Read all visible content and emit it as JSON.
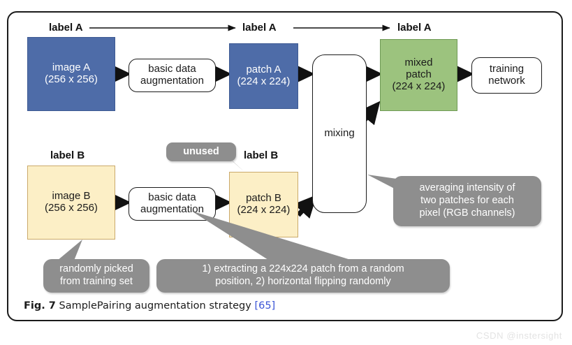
{
  "figure": {
    "caption_prefix": "Fig. 7",
    "caption_text": "SamplePairing augmentation strategy",
    "caption_citation": "[65]"
  },
  "watermark": {
    "text": "CSDN @instersight"
  },
  "labels": {
    "label_a_1": "label A",
    "label_a_2": "label A",
    "label_a_3": "label A",
    "label_b_1": "label B",
    "label_b_2": "label B"
  },
  "nodes": {
    "image_a": {
      "line1": "image A",
      "line2": "(256 x 256)"
    },
    "image_b": {
      "line1": "image B",
      "line2": "(256 x 256)"
    },
    "patch_a": {
      "line1": "patch A",
      "line2": "(224 x 224)"
    },
    "patch_b": {
      "line1": "patch B",
      "line2": "(224 x 224)"
    },
    "mixed_patch": {
      "line1": "mixed",
      "line2": "patch",
      "line3": "(224 x 224)"
    },
    "aug_a": {
      "line1": "basic data",
      "line2": "augmentation"
    },
    "aug_b": {
      "line1": "basic data",
      "line2": "augmentation"
    },
    "mixing": {
      "line1": "mixing"
    },
    "training_network": {
      "line1": "training",
      "line2": "network"
    }
  },
  "callouts": {
    "unused": {
      "text": "unused"
    },
    "randomly_picked": {
      "line1": "randomly picked",
      "line2": "from training set"
    },
    "extracting": {
      "line1": "1) extracting a 224x224 patch from a random",
      "line2": "position, 2) horizontal flipping randomly"
    },
    "averaging": {
      "line1": "averaging intensity of",
      "line2": "two patches for each",
      "line3": "pixel (RGB channels)"
    }
  },
  "colors": {
    "image_a_fill": "#4e6ca8",
    "image_b_fill": "#fcefc6",
    "mixed_patch_fill": "#9cc37e",
    "callout_fill": "#8e8e8e",
    "frame_stroke": "#1b1b1b",
    "citation_link": "#3a54d6"
  }
}
